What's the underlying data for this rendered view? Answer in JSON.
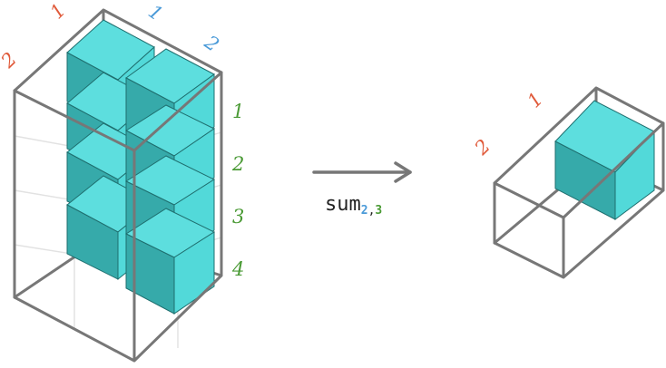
{
  "colors": {
    "frame": "#777777",
    "cube_front": "#36aaaa",
    "cube_top": "#5ddede",
    "cube_side": "#52d9d9",
    "axis1": "#e05a3a",
    "axis2": "#4a9ad8",
    "axis3": "#4a9a35"
  },
  "input_tensor": {
    "axis1_labels": [
      "1",
      "2"
    ],
    "axis2_labels": [
      "1",
      "2"
    ],
    "axis3_labels": [
      "1",
      "2",
      "3",
      "4"
    ]
  },
  "operation": {
    "name": "sum",
    "sub_axis_a": "2",
    "sub_separator": ",",
    "sub_axis_b": "3"
  },
  "output_tensor": {
    "axis1_labels": [
      "1",
      "2"
    ]
  }
}
